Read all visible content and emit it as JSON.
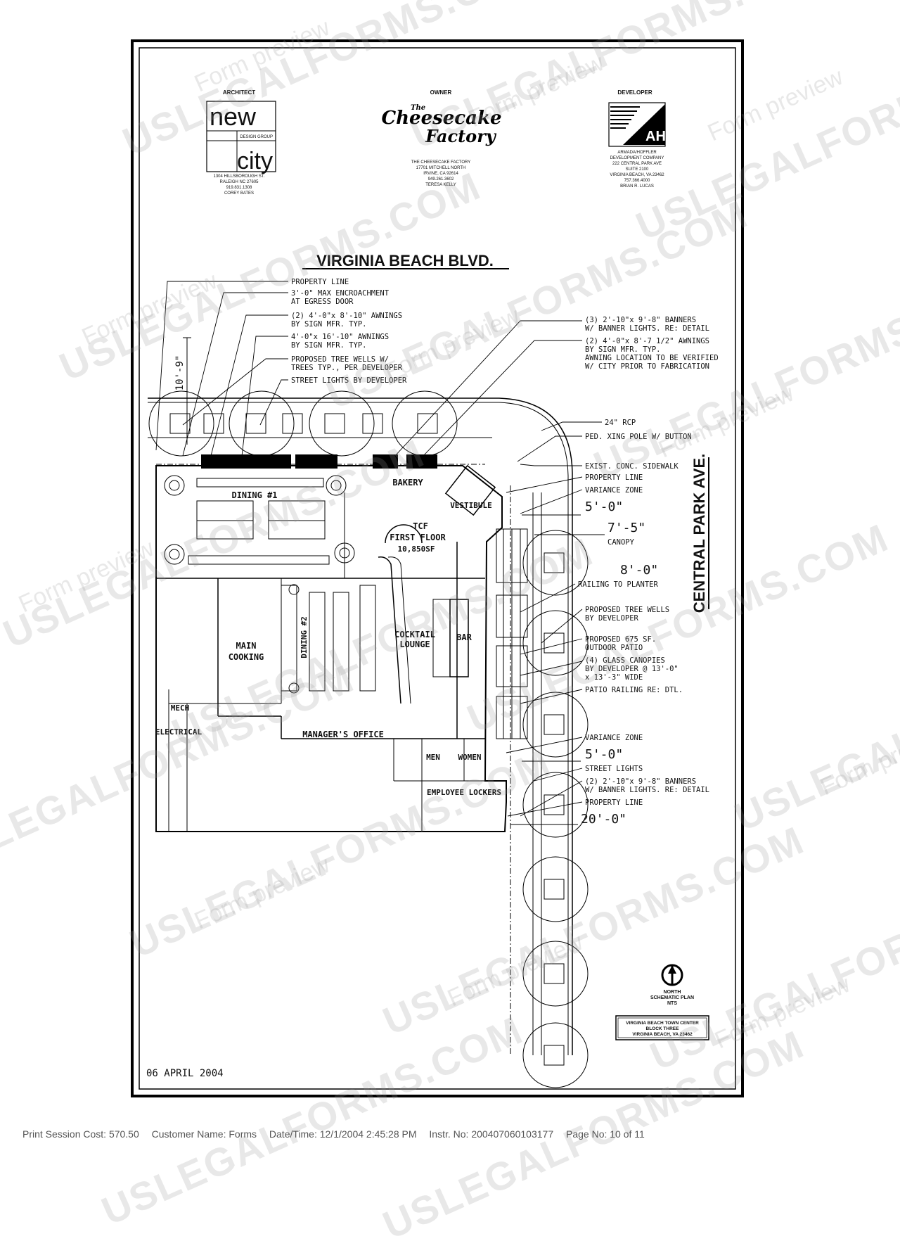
{
  "title_block": {
    "architect": {
      "role": "ARCHITECT",
      "logo_top": "new",
      "logo_mid": "DESIGN GROUP",
      "logo_bottom": "city",
      "lines": [
        "1304 HILLSBOROUGH ST.",
        "RALEIGH NC 27605",
        "919.831.1308",
        "COREY BATES"
      ]
    },
    "owner": {
      "role": "OWNER",
      "logo": [
        "The",
        "Cheesecake",
        "Factory"
      ],
      "lines": [
        "THE CHEESECAKE FACTORY",
        "17701 MITCHELL NORTH",
        "IRVINE, CA 92614",
        "949.261.3602",
        "TERESA KELLY"
      ]
    },
    "developer": {
      "role": "DEVELOPER",
      "logo": "AH",
      "lines": [
        "ARMADA/HOFFLER",
        "DEVELOPMENT COMPANY",
        "222 CENTRAL PARK AVE",
        "SUITE 2100",
        "VIRGINIA BEACH, VA 23462",
        "757.366.4000",
        "BRIAN R. LUCAS"
      ]
    }
  },
  "streets": {
    "north": "VIRGINIA BEACH BLVD.",
    "east": "CENTRAL PARK AVE."
  },
  "callouts_left": [
    "PROPERTY LINE",
    "3'-0\" MAX ENCROACHMENT",
    "AT EGRESS DOOR",
    "(2) 4'-0\"x 8'-10\" AWNINGS",
    "BY SIGN MFR. TYP.",
    "4'-0\"x 16'-10\" AWNINGS",
    "BY SIGN MFR. TYP.",
    "PROPOSED TREE WELLS W/",
    "TREES TYP., PER DEVELOPER",
    "STREET LIGHTS BY DEVELOPER"
  ],
  "callouts_right_top": [
    "(3) 2'-10\"x 9'-8\" BANNERS",
    "W/ BANNER LIGHTS. RE: DETAIL",
    "(2) 4'-0\"x 8'-7 1/2\" AWNINGS",
    "BY SIGN MFR. TYP.",
    "AWNING LOCATION TO BE VERIFIED",
    "W/ CITY PRIOR TO FABRICATION"
  ],
  "callouts_right": [
    "24\" RCP",
    "PED. XING POLE W/ BUTTON",
    "EXIST. CONC. SIDEWALK",
    "PROPERTY LINE",
    "VARIANCE ZONE",
    "5'-0\"",
    "7'-5\"",
    "CANOPY",
    "8'-0\"",
    "RAILING TO PLANTER",
    "PROPOSED TREE WELLS",
    "BY DEVELOPER",
    "PROPOSED 675 SF.",
    "OUTDOOR PATIO",
    "(4) GLASS CANOPIES",
    "BY DEVELOPER @ 13'-0\"",
    "x 13'-3\" WIDE",
    "PATIO RAILING RE: DTL.",
    "VARIANCE ZONE",
    "5'-0\"",
    "STREET LIGHTS",
    "(2) 2'-10\"x 9'-8\" BANNERS",
    "W/ BANNER LIGHTS. RE: DETAIL",
    "PROPERTY LINE",
    "20'-0\""
  ],
  "dimension_left": "10'-9\"",
  "rooms": {
    "dining1": "DINING #1",
    "bakery": "BAKERY",
    "vestibule": "VESTIBULE",
    "tcf1": "TCF",
    "tcf2": "FIRST FLOOR",
    "tcf3": "10,850SF",
    "dining2": "DINING #2",
    "cocktail1": "COCKTAIL",
    "cocktail2": "LOUNGE",
    "bar": "BAR",
    "main1": "MAIN",
    "main2": "COOKING",
    "mech": "MECH",
    "electrical": "ELECTRICAL",
    "managers": "MANAGER'S OFFICE",
    "men": "MEN",
    "women": "WOMEN",
    "lockers": "EMPLOYEE LOCKERS"
  },
  "north_arrow": {
    "l1": "NORTH",
    "l2": "SCHEMATIC PLAN",
    "l3": "NTS"
  },
  "project_box": [
    "VIRGINIA BEACH TOWN CENTER",
    "BLOCK THREE",
    "VIRGINIA BEACH, VA 23462"
  ],
  "date": "06 APRIL 2004",
  "footer": {
    "cost": "Print Session Cost: 570.50",
    "customer": "Customer Name: Forms",
    "datetime": "Date/Time: 12/1/2004 2:45:28 PM",
    "instr": "Instr. No: 200407060103177",
    "page": "Page No: 10 of 11"
  },
  "watermark": {
    "brand": "USLEGALFORMS.COM",
    "sub": "Form preview"
  }
}
